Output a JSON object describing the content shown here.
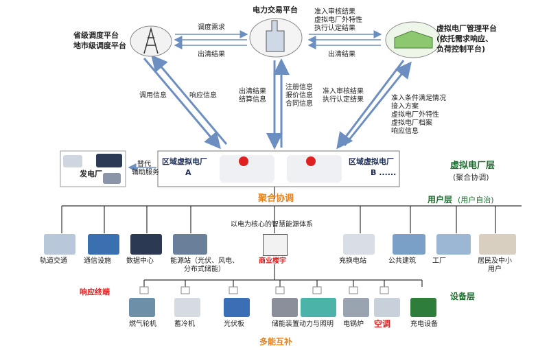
{
  "platforms": {
    "provincial": [
      "省级调度平台",
      "地市级调度平台"
    ],
    "trading": "电力交易平台",
    "vpp_mgmt": [
      "虚拟电厂管理平台",
      "(依托需求响应、",
      "负荷控制平台)"
    ]
  },
  "flows": {
    "dispatch_demand": "调度需求",
    "clearing_result_left": "出清结果",
    "clearing_result_right": "出清结果",
    "access_top": [
      "准入审核结果",
      "虚拟电厂外特性",
      "执行认定结果"
    ],
    "call_info": "调用信息",
    "response_info": "响应信息",
    "clearing_settlement": [
      "出清结果",
      "结算信息"
    ],
    "registration": [
      "注册信息",
      "报价信息",
      "合同信息"
    ],
    "access_mid": [
      "准入审核结果",
      "执行认定结果"
    ],
    "vpp_conditions": [
      "准入条件满足情况",
      "接入方案",
      "虚拟电厂外特性",
      "虚拟电厂档案",
      "响应信息"
    ]
  },
  "power_plant": {
    "label": "发电厂",
    "replace": [
      "替代",
      "辅助服务"
    ]
  },
  "regional_vpp": {
    "a_label": "区域虚拟电厂",
    "a_suffix": "A",
    "b_label": "区域虚拟电厂",
    "b_suffix": "B ......"
  },
  "layers": {
    "vpp_layer": "虚拟电厂层",
    "vpp_layer_sub": "(聚合协调)",
    "aggregation": "聚合协调",
    "user_layer": "用户层",
    "user_layer_sub": "(用户自治)",
    "core_system": "以电为核心的智慧能源体系",
    "device_layer": "设备层",
    "response_terminal": "响应终端",
    "complement": "多能互补"
  },
  "users": [
    {
      "label": "轨道交通"
    },
    {
      "label": "通信设施"
    },
    {
      "label": "数据中心"
    },
    {
      "label": "能源站（光伏、风电、\n分布式储能）"
    },
    {
      "label": "商业楼宇"
    },
    {
      "label": "充换电站"
    },
    {
      "label": "公共建筑"
    },
    {
      "label": "工厂"
    },
    {
      "label": "居民及中小\n用户"
    }
  ],
  "devices": [
    {
      "label": "燃气轮机"
    },
    {
      "label": "蓄冷机"
    },
    {
      "label": "光伏板"
    },
    {
      "label": "储能装置"
    },
    {
      "label": "动力与照明"
    },
    {
      "label": "电锅炉"
    },
    {
      "label": "空调"
    },
    {
      "label": "充电设备"
    }
  ],
  "colors": {
    "orange": "#e8821c",
    "red": "#e02020",
    "green": "#1e6e2e",
    "navy": "#1a2a5a",
    "arrow": "#6c8ec0"
  }
}
